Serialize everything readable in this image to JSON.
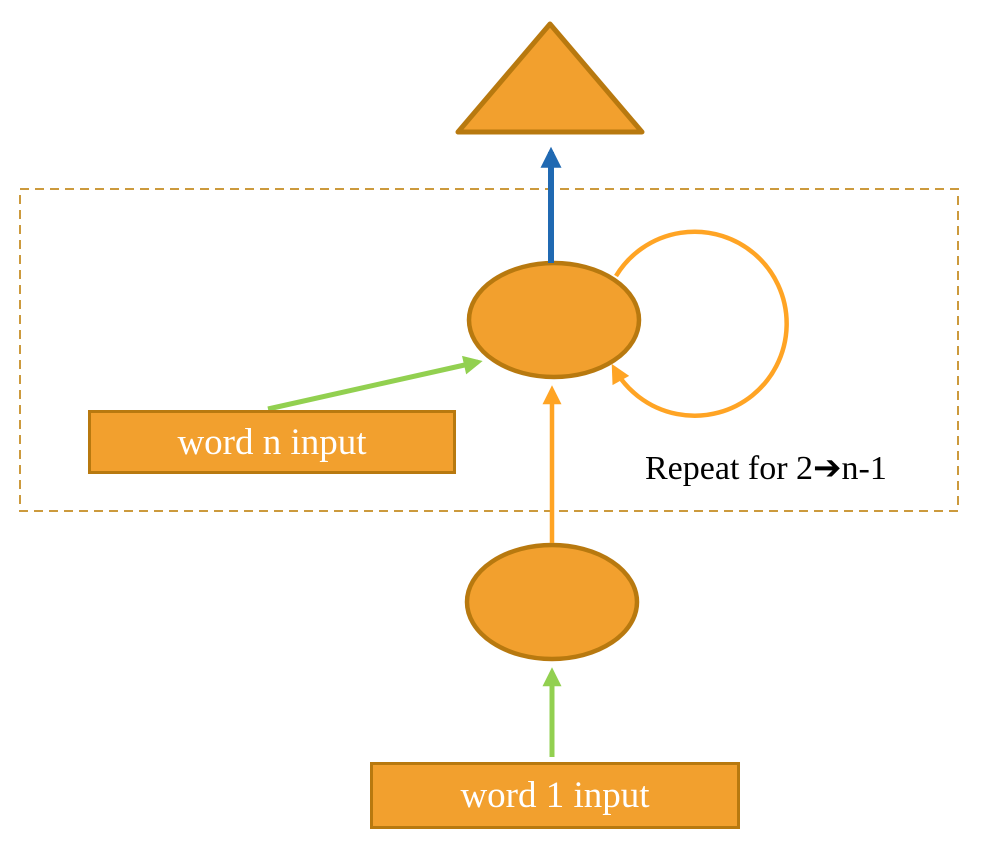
{
  "diagram": {
    "description": "Recurrent network unrolling diagram with word inputs feeding hidden-state nodes, a self-loop, and an output triangle",
    "labels": {
      "word_n_input": "word n input",
      "word_1_input": "word 1 input",
      "repeat_note": "Repeat for 2➔n-1"
    },
    "shapes": {
      "output_triangle": "triangle",
      "hidden_state_upper": "ellipse",
      "hidden_state_lower": "ellipse",
      "repeat_region": "dashed-rectangle",
      "recurrent_loop": "circular-self-loop-arrow"
    },
    "colors": {
      "shape_fill": "#F2A02E",
      "shape_stroke": "#B8790F",
      "loop_arrow": "#FFA424",
      "green_arrow": "#92D050",
      "blue_arrow": "#2069B2",
      "dashed_border": "#CC9A3D",
      "box_label_text": "#FFFFFF",
      "note_text": "#000000"
    }
  }
}
